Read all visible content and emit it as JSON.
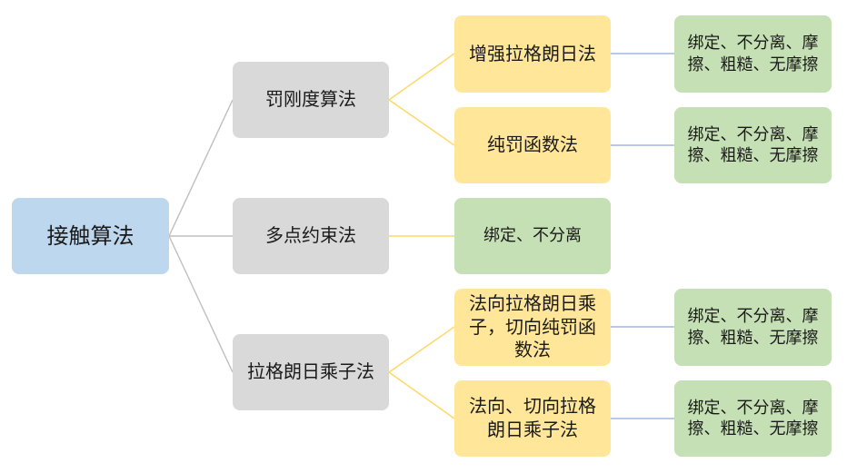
{
  "diagram": {
    "root": {
      "label": "接触算法"
    },
    "level1": [
      {
        "id": "penalty",
        "label": "罚刚度算法"
      },
      {
        "id": "mpc",
        "label": "多点约束法"
      },
      {
        "id": "lagrange",
        "label": "拉格朗日乘子法"
      }
    ],
    "level2": [
      {
        "id": "augmented",
        "parent": "penalty",
        "label": "增强拉格朗日法"
      },
      {
        "id": "pure_penalty",
        "parent": "penalty",
        "label": "纯罚函数法"
      },
      {
        "id": "mpc_result",
        "parent": "mpc",
        "label": "绑定、不分离"
      },
      {
        "id": "normal_lagrange",
        "parent": "lagrange",
        "label": "法向拉格朗日乘子，切向纯罚函数法"
      },
      {
        "id": "normal_tangent_lagrange",
        "parent": "lagrange",
        "label": "法向、切向拉格朗日乘子法"
      }
    ],
    "leaves": [
      {
        "parent": "augmented",
        "label": "绑定、不分离、摩擦、粗糙、无摩擦"
      },
      {
        "parent": "pure_penalty",
        "label": "绑定、不分离、摩擦、粗糙、无摩擦"
      },
      {
        "parent": "normal_lagrange",
        "label": "绑定、不分离、摩擦、粗糙、无摩擦"
      },
      {
        "parent": "normal_tangent_lagrange",
        "label": "绑定、不分离、摩擦、粗糙、无摩擦"
      }
    ],
    "colors": {
      "root_fill": "#bdd7ee",
      "level1_fill": "#d9d9d9",
      "method_fill": "#ffe699",
      "result_fill": "#c5e0b4",
      "root_connector": "#bfbfbf",
      "level1_connector": "#ffd966",
      "level2_connector": "#8eaadb"
    }
  }
}
